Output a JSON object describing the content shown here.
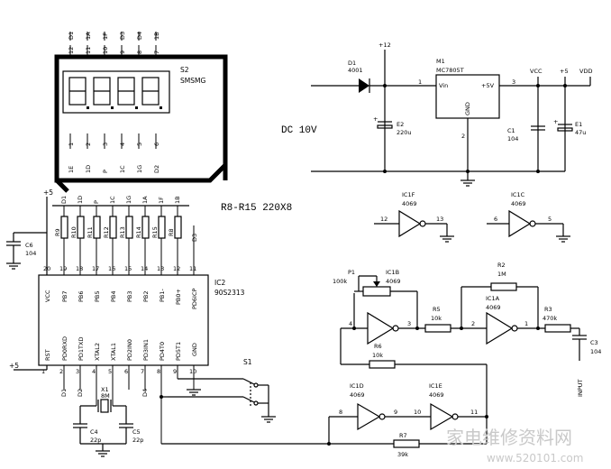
{
  "display": {
    "ref": "S2",
    "name": "SMSMG",
    "top_pins": [
      "12",
      "11",
      "10",
      "9",
      "8",
      "7"
    ],
    "top_labels": [
      "D1",
      "1A",
      "1F",
      "D3",
      "D4",
      "1B"
    ],
    "bottom_pins": [
      "1",
      "2",
      "3",
      "4",
      "5",
      "6"
    ],
    "bottom_labels": [
      "1E",
      "1D",
      "P",
      "1C",
      "1G",
      "D2"
    ]
  },
  "resistor_array": {
    "label": "R8-R15 220X8",
    "refs": [
      "R9",
      "R10",
      "R11",
      "R12",
      "R13",
      "R14",
      "R15",
      "R8"
    ],
    "nets": [
      "D1",
      "1D",
      "P",
      "1C",
      "1G",
      "1A",
      "1F",
      "1B",
      "D3"
    ]
  },
  "mcu": {
    "ref": "IC2",
    "part": "90S2313",
    "top_pins": [
      "20",
      "19",
      "18",
      "17",
      "16",
      "15",
      "14",
      "13",
      "12",
      "11"
    ],
    "top_names": [
      "VCC",
      "PB7",
      "PB6",
      "PB5",
      "PB4",
      "PB3",
      "PB2",
      "PB1-",
      "PB0+",
      "PD6ICP"
    ],
    "bottom_pins": [
      "1",
      "2",
      "3",
      "4",
      "5",
      "6",
      "7",
      "8",
      "9",
      "10"
    ],
    "bottom_names": [
      "RST",
      "PD0RXD",
      "PD1TXD",
      "XTAL2",
      "XTAL1",
      "PD2IN0",
      "PD3IN1",
      "PD4T0",
      "PD5T1",
      "GND"
    ],
    "bottom_nets": [
      "D1",
      "D2",
      "D4"
    ]
  },
  "power": {
    "diode_ref": "D1",
    "diode_part": "4001",
    "reg_ref": "M1",
    "reg_part": "MC7805T",
    "reg_vin": "Vin",
    "reg_out": "+5V",
    "reg_gnd": "GND",
    "pin_1": "1",
    "pin_2": "2",
    "pin_3": "3",
    "plus12": "+12",
    "vcc": "VCC",
    "plus5": "+5",
    "vdd": "VDD",
    "e2_ref": "E2",
    "e2_val": "220u",
    "c1_ref": "C1",
    "c1_val": "104",
    "e1_ref": "E1",
    "e1_val": "47u",
    "dc_label": "DC 10V"
  },
  "misc": {
    "c6_ref": "C6",
    "c6_val": "104",
    "plus5_a": "+5",
    "plus5_b": "+5",
    "x1_ref": "X1",
    "x1_val": "8M",
    "c4_ref": "C4",
    "c4_val": "22p",
    "c5_ref": "C5",
    "c5_val": "22p",
    "s1_ref": "S1"
  },
  "gates": {
    "ic1f": "IC1F",
    "ic1f_part": "4069",
    "ic1f_in": "12",
    "ic1f_out": "13",
    "ic1c": "IC1C",
    "ic1c_part": "4069",
    "ic1c_in": "6",
    "ic1c_out": "5",
    "ic1b": "IC1B",
    "ic1b_part": "4069",
    "ic1b_in": "4",
    "ic1b_out": "3",
    "ic1a": "IC1A",
    "ic1a_part": "4069",
    "ic1a_in": "2",
    "ic1a_out": "1",
    "ic1d": "IC1D",
    "ic1d_part": "4069",
    "ic1d_in": "8",
    "ic1d_out": "9",
    "ic1e": "IC1E",
    "ic1e_part": "4069",
    "ic1e_in": "10",
    "ic1e_out": "11"
  },
  "analog": {
    "p1_ref": "P1",
    "p1_val": "100k",
    "r2_ref": "R2",
    "r2_val": "1M",
    "r5_ref": "R5",
    "r5_val": "10k",
    "r3_ref": "R3",
    "r3_val": "470k",
    "r6_ref": "R6",
    "r6_val": "10k",
    "r7_ref": "R7",
    "r7_val": "39k",
    "c3_ref": "C3",
    "c3_val": "104",
    "input_label": "INPUT"
  },
  "watermark": {
    "cn": "家电维修资料网",
    "url": "www.520101.com"
  }
}
